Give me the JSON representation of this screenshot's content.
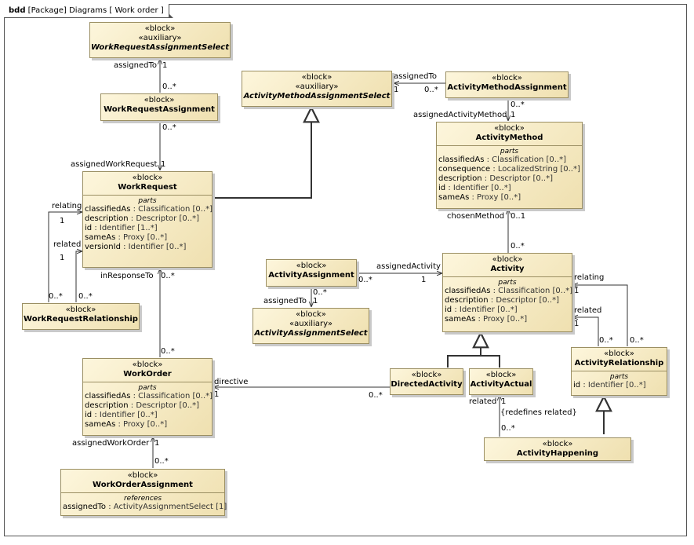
{
  "frame": {
    "kind": "bdd",
    "title": "[Package] Diagrams [ Work order ]"
  },
  "stereotypes": {
    "block": "«block»",
    "auxiliary": "«auxiliary»"
  },
  "blocks": {
    "wras": {
      "name": "WorkRequestAssignmentSelect"
    },
    "wra": {
      "name": "WorkRequestAssignment"
    },
    "amas": {
      "name": "ActivityMethodAssignmentSelect"
    },
    "ama": {
      "name": "ActivityMethodAssignment"
    },
    "am": {
      "name": "ActivityMethod",
      "section": "parts",
      "props": [
        {
          "n": "classifiedAs",
          "t": " : Classification [0..*]"
        },
        {
          "n": "consequence",
          "t": " : LocalizedString [0..*]"
        },
        {
          "n": "description",
          "t": " : Descriptor [0..*]"
        },
        {
          "n": "id",
          "t": " : Identifier [0..*]"
        },
        {
          "n": "sameAs",
          "t": " : Proxy [0..*]"
        }
      ]
    },
    "wr": {
      "name": "WorkRequest",
      "section": "parts",
      "props": [
        {
          "n": "classifiedAs",
          "t": " : Classification [0..*]"
        },
        {
          "n": "description",
          "t": " : Descriptor [0..*]"
        },
        {
          "n": "id",
          "t": " : Identifier [1..*]"
        },
        {
          "n": "sameAs",
          "t": " : Proxy [0..*]"
        },
        {
          "n": "versionId",
          "t": " : Identifier [0..*]"
        }
      ]
    },
    "aa": {
      "name": "ActivityAssignment"
    },
    "act": {
      "name": "Activity",
      "section": "parts",
      "props": [
        {
          "n": "classifiedAs",
          "t": " : Classification [0..*]"
        },
        {
          "n": "description",
          "t": " : Descriptor [0..*]"
        },
        {
          "n": "id",
          "t": " : Identifier [0..*]"
        },
        {
          "n": "sameAs",
          "t": " : Proxy [0..*]"
        }
      ]
    },
    "aas": {
      "name": "ActivityAssignmentSelect"
    },
    "wrr": {
      "name": "WorkRequestRelationship"
    },
    "wo": {
      "name": "WorkOrder",
      "section": "parts",
      "props": [
        {
          "n": "classifiedAs",
          "t": " : Classification [0..*]"
        },
        {
          "n": "description",
          "t": " : Descriptor [0..*]"
        },
        {
          "n": "id",
          "t": " : Identifier [0..*]"
        },
        {
          "n": "sameAs",
          "t": " : Proxy [0..*]"
        }
      ]
    },
    "da": {
      "name": "DirectedActivity"
    },
    "aact": {
      "name": "ActivityActual"
    },
    "ar": {
      "name": "ActivityRelationship",
      "section": "parts",
      "props": [
        {
          "n": "id",
          "t": " : Identifier [0..*]"
        }
      ]
    },
    "ah": {
      "name": "ActivityHappening"
    },
    "woa": {
      "name": "WorkOrderAssignment",
      "section": "references",
      "props": [
        {
          "n": "assignedTo",
          "t": " : ActivityAssignmentSelect [1]"
        }
      ]
    }
  },
  "labels": {
    "wra_assignedTo": "assignedTo",
    "wra_one": "1",
    "wra_many": "0..*",
    "wr_many": "0..*",
    "wr_role": "assignedWorkRequest",
    "wr_one": "1",
    "ama_role": "assignedTo",
    "ama_one": "1",
    "ama_many": "0..*",
    "am_many": "0..*",
    "am_role": "assignedActivityMethod",
    "am_one": "1",
    "wr_relating": "relating",
    "wr_relating_one": "1",
    "wr_related": "related",
    "wr_related_one": "1",
    "wrr_many1": "0..*",
    "wrr_many2": "0..*",
    "chosen_role": "chosenMethod",
    "chosen_mult": "0..1",
    "chosen_many": "0..*",
    "aa_role": "assignedActivity",
    "aa_many": "0..*",
    "aa_one": "1",
    "aas_many": "0..*",
    "aas_role": "assignedTo",
    "aas_one": "1",
    "wo_resp_role": "inResponseTo",
    "wo_resp_many": "0..*",
    "wo_resp_many2": "0..*",
    "act_relating": "relating",
    "act_relating_one": "1",
    "act_related": "related",
    "act_related_one": "1",
    "ar_many1": "0..*",
    "ar_many2": "0..*",
    "dir_role": "directive",
    "dir_one": "1",
    "dir_many": "0..*",
    "ah_related": "related",
    "ah_one": "1",
    "ah_redef": "{redefines related}",
    "ah_many": "0..*",
    "woa_role": "assignedWorkOrder",
    "woa_one": "1",
    "woa_many": "0..*"
  }
}
